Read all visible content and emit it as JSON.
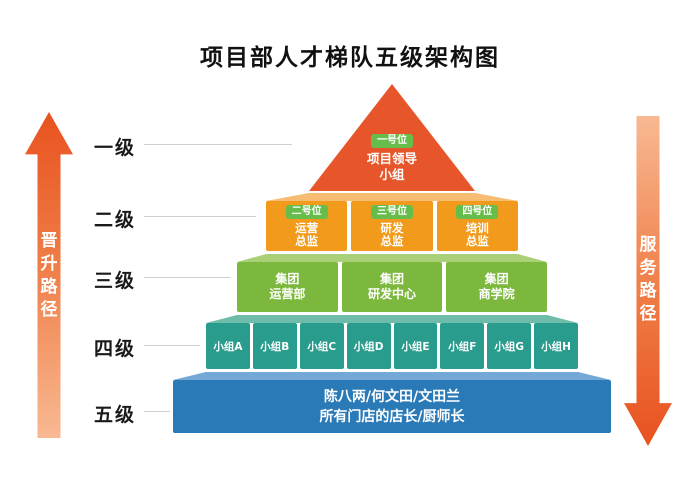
{
  "title": "项目部人才梯队五级架构图",
  "left_arrow": {
    "label": "晋升路径"
  },
  "right_arrow": {
    "label": "服务路径"
  },
  "levels": [
    {
      "label": "一级"
    },
    {
      "label": "二级"
    },
    {
      "label": "三级"
    },
    {
      "label": "四级"
    },
    {
      "label": "五级"
    }
  ],
  "pyramid": {
    "tier1": {
      "badge": "一号位",
      "line1": "项目领导",
      "line2": "小组"
    },
    "tier2": [
      {
        "badge": "二号位",
        "line1": "运营",
        "line2": "总监"
      },
      {
        "badge": "三号位",
        "line1": "研发",
        "line2": "总监"
      },
      {
        "badge": "四号位",
        "line1": "培训",
        "line2": "总监"
      }
    ],
    "tier3": [
      {
        "line1": "集团",
        "line2": "运营部"
      },
      {
        "line1": "集团",
        "line2": "研发中心"
      },
      {
        "line1": "集团",
        "line2": "商学院"
      }
    ],
    "tier4": [
      "小组A",
      "小组B",
      "小组C",
      "小组D",
      "小组E",
      "小组F",
      "小组G",
      "小组H"
    ],
    "tier5": {
      "line1": "陈八两/何文田/文田兰",
      "line2": "所有门店的店长/厨师长"
    }
  },
  "colors": {
    "tier1": "#e7562b",
    "tier2": "#f29a1b",
    "tier3": "#7db83e",
    "tier4": "#2a9c8d",
    "tier5": "#2b7ab8",
    "badge": "#67bd4b",
    "arrow_dark": "#e8521f",
    "arrow_light": "#f8b992"
  }
}
